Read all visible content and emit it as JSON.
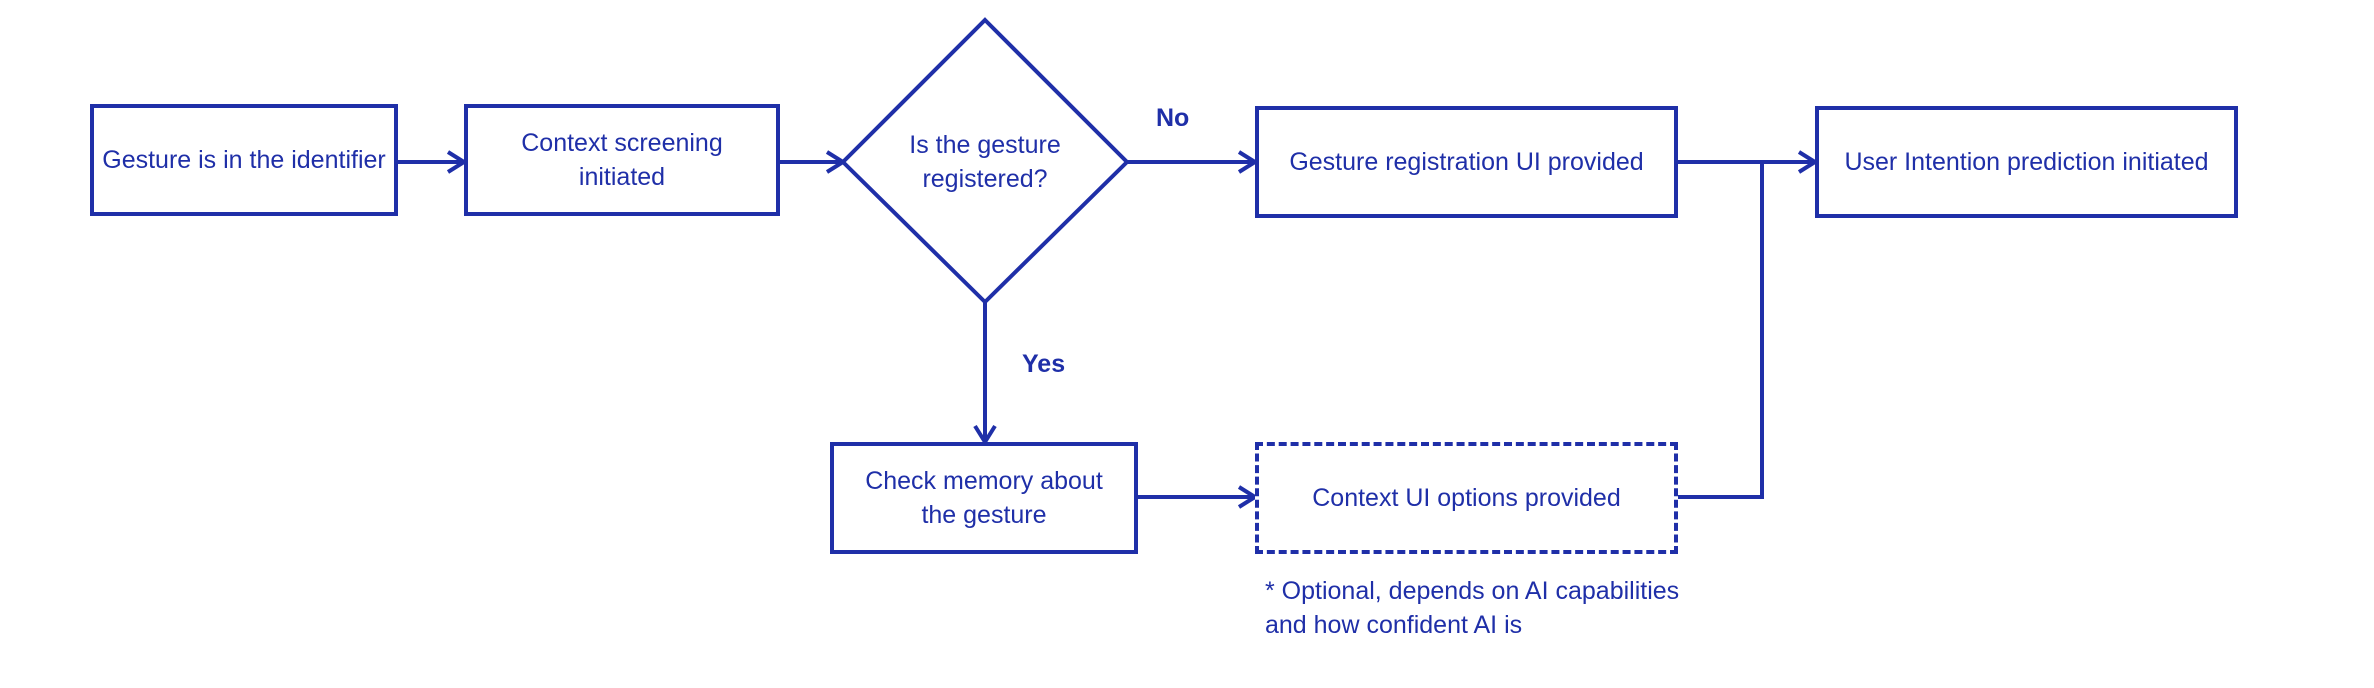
{
  "diagram": {
    "nodes": {
      "gesture_identifier": "Gesture is in the identifier",
      "context_screening": "Context screening initiated",
      "is_registered": "Is the gesture registered?",
      "registration_ui": "Gesture registration UI provided",
      "intention_prediction": "User Intention prediction initiated",
      "check_memory": "Check memory about the gesture",
      "context_ui_options": "Context UI options provided"
    },
    "edge_labels": {
      "no": "No",
      "yes": "Yes"
    },
    "note": "* Optional, depends on AI capabilities and how confident AI is",
    "colors": {
      "stroke": "#1f2fa8",
      "background": "#ffffff"
    }
  }
}
